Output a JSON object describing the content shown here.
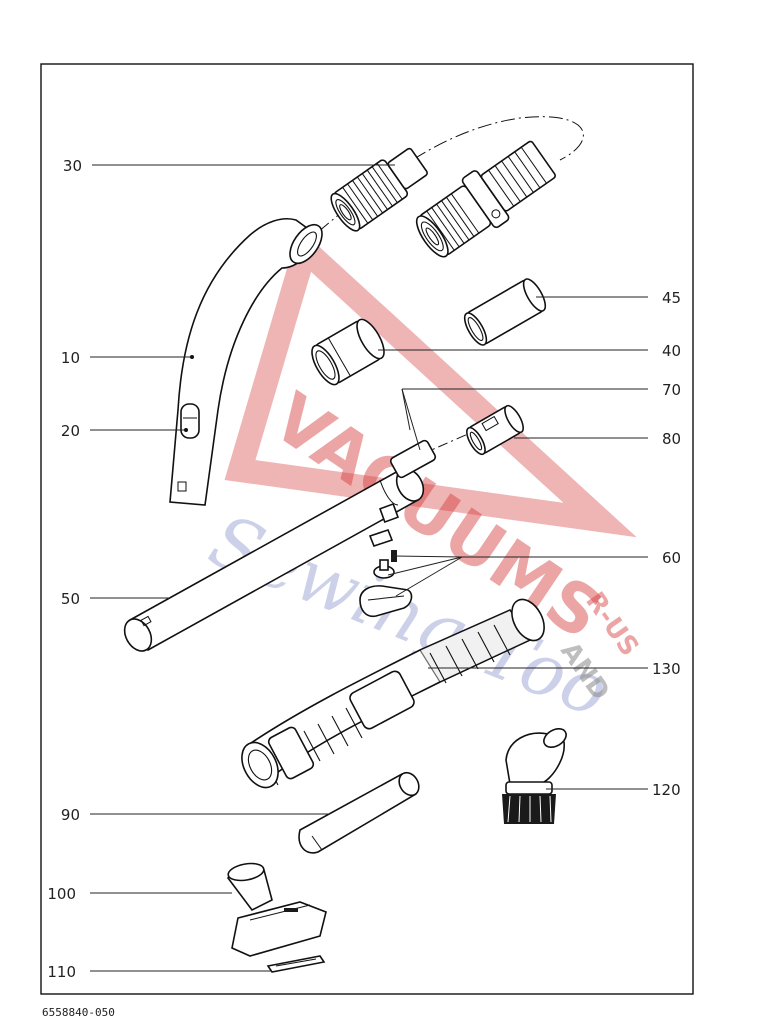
{
  "labels": {
    "p10": "10",
    "p20": "20",
    "p30": "30",
    "p40": "40",
    "p45": "45",
    "p50": "50",
    "p60": "60",
    "p70": "70",
    "p80": "80",
    "p90": "90",
    "p100": "100",
    "p110": "110",
    "p120": "120",
    "p130": "130"
  },
  "drawing_code": "6558840-050",
  "watermark": {
    "line1": "VACUUMS",
    "line2": "Sewing Too",
    "line3": "R-US",
    "line4": "AND"
  }
}
